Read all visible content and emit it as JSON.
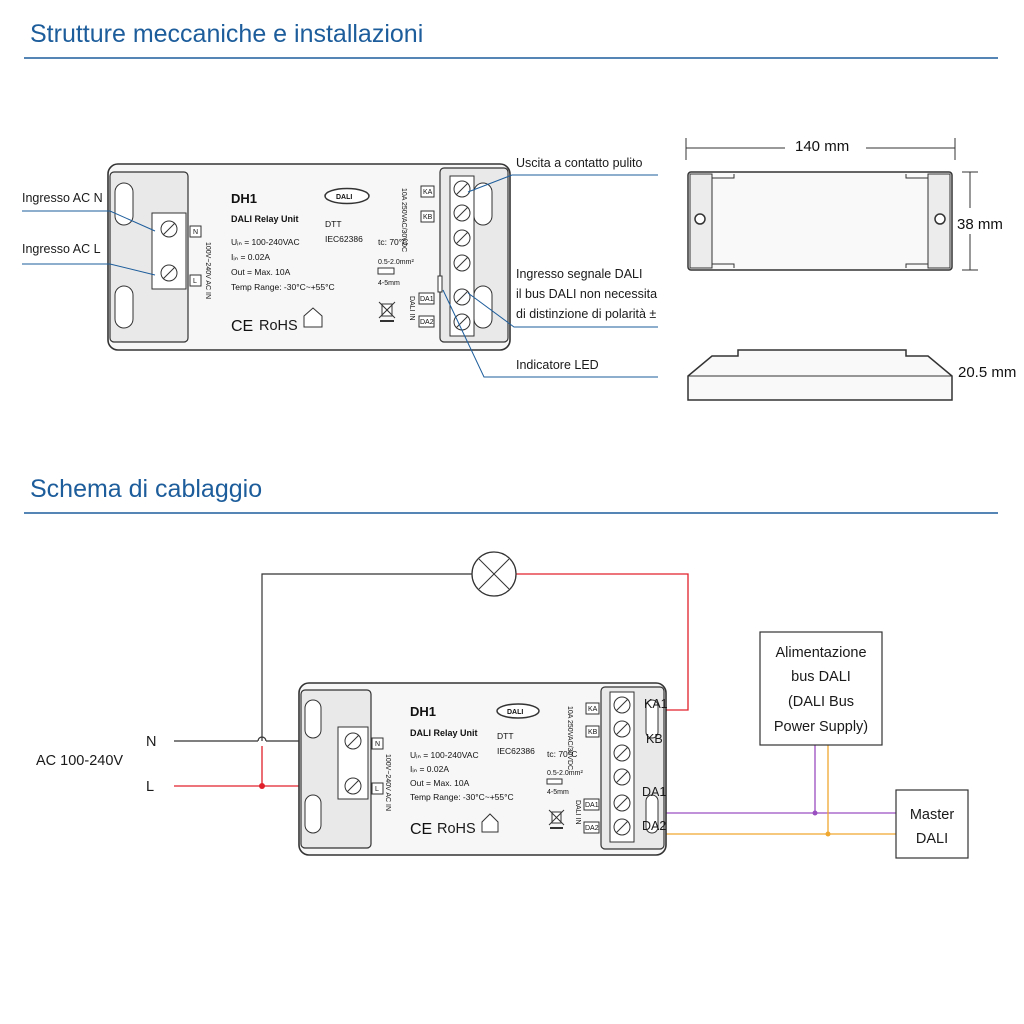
{
  "section1": {
    "title": "Strutture meccaniche e installazioni"
  },
  "section2": {
    "title": "Schema di cablaggio"
  },
  "device": {
    "model": "DH1",
    "name": "DALI Relay Unit",
    "spec_uin": "Uᵢₙ = 100-240VAC",
    "spec_iin": "Iᵢₙ = 0.02A",
    "spec_out": "Out = Max. 10A",
    "spec_temp": "Temp Range: -30°C~+55°C",
    "dtt": "DTT",
    "iec": "IEC62386",
    "tc": "tc: 70°C",
    "wire_section": "0.5-2.0mm²",
    "wire_strip": "4-5mm",
    "dali_logo": "DALI",
    "ce": "CE",
    "rohs": "RoHS",
    "pin_n": "N",
    "pin_l": "L",
    "pin_ka": "KA",
    "pin_kb": "KB",
    "pin_da1": "DA1",
    "pin_da2": "DA2",
    "relay_text": "10A 250VAC/30VDC",
    "dali_in": "DALI IN",
    "input_text": "100V~240V AC IN"
  },
  "callouts": {
    "ac_n": "Ingresso AC N",
    "ac_l": "Ingresso AC L",
    "clean_contact": "Uscita a contatto pulito",
    "dali_signal_1": "Ingresso segnale DALI",
    "dali_signal_2": "il bus DALI non necessita",
    "dali_signal_3": "di distinzione di polarità ±",
    "led": "Indicatore LED"
  },
  "dimensions": {
    "length": "140 mm",
    "width": "38 mm",
    "height": "20.5 mm"
  },
  "wiring": {
    "ac_label": "AC 100-240V",
    "line_n": "N",
    "line_l": "L",
    "term_ka1": "KA1",
    "term_kb": "KB",
    "term_da1": "DA1",
    "term_da2": "DA2",
    "psu_lines": [
      "Alimentazione",
      "bus DALI",
      "(DALI Bus",
      "Power Supply)"
    ],
    "master_lines": [
      "Master",
      "DALI"
    ]
  },
  "colors": {
    "title": "#1d5d9b",
    "rule": "#1d5d9b",
    "live": "#e0202a",
    "dali_a": "#9a4fc0",
    "dali_b": "#f0a830",
    "neutral": "#333333"
  }
}
